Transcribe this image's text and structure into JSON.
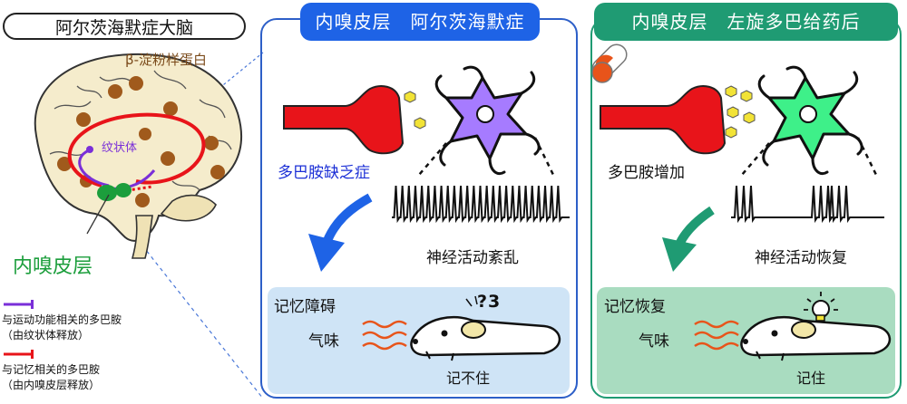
{
  "title": "阿尔茨海默症大脑",
  "brain": {
    "amyloid_label": "β-淀粉样蛋白",
    "striatum_label": "纹状体",
    "entorhinal_label": "内嗅皮层"
  },
  "legend": {
    "purple": {
      "line1": "与运动功能相关的多巴胺",
      "line2": "（由纹状体释放）",
      "color": "#7a2fd8"
    },
    "red": {
      "line1": "与记忆相关的多巴胺",
      "line2": "（由内嗅皮层释放）",
      "color": "#e8141a"
    }
  },
  "panel_ad": {
    "header": "内嗅皮层　阿尔茨海默症",
    "dopamine_text": "多巴胺缺乏症",
    "activity_text": "神经活动紊乱",
    "memory_title": "记忆障碍",
    "smell_label": "气味",
    "outcome": "记不住",
    "confused_marks": "?3",
    "accent": "#1e63e6",
    "neuron_color": "#a67bff"
  },
  "panel_ld": {
    "header": "内嗅皮层　左旋多巴给药后",
    "dopamine_text": "多巴胺增加",
    "activity_text": "神经活动恢复",
    "memory_title": "记忆恢复",
    "smell_label": "气味",
    "outcome": "记住",
    "accent": "#1f9b73",
    "neuron_color": "#3ef089"
  }
}
